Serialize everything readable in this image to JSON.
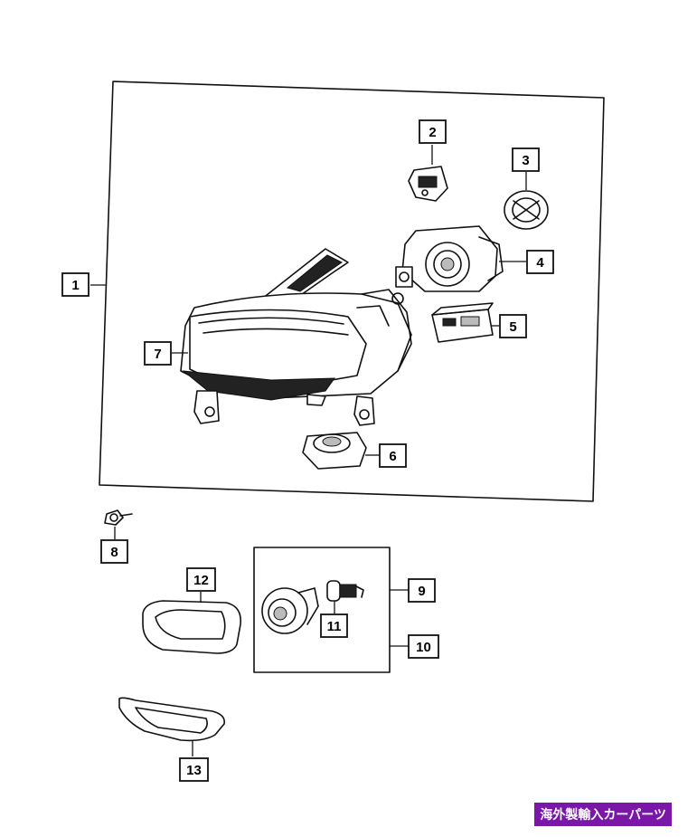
{
  "diagram": {
    "callouts": [
      "1",
      "2",
      "3",
      "4",
      "5",
      "6",
      "7",
      "8",
      "9",
      "10",
      "11",
      "12",
      "13"
    ]
  },
  "watermark": {
    "text": "海外製輸入カーパーツ"
  },
  "colors": {
    "watermark_bg": "#7a16a8",
    "line": "#111111"
  }
}
